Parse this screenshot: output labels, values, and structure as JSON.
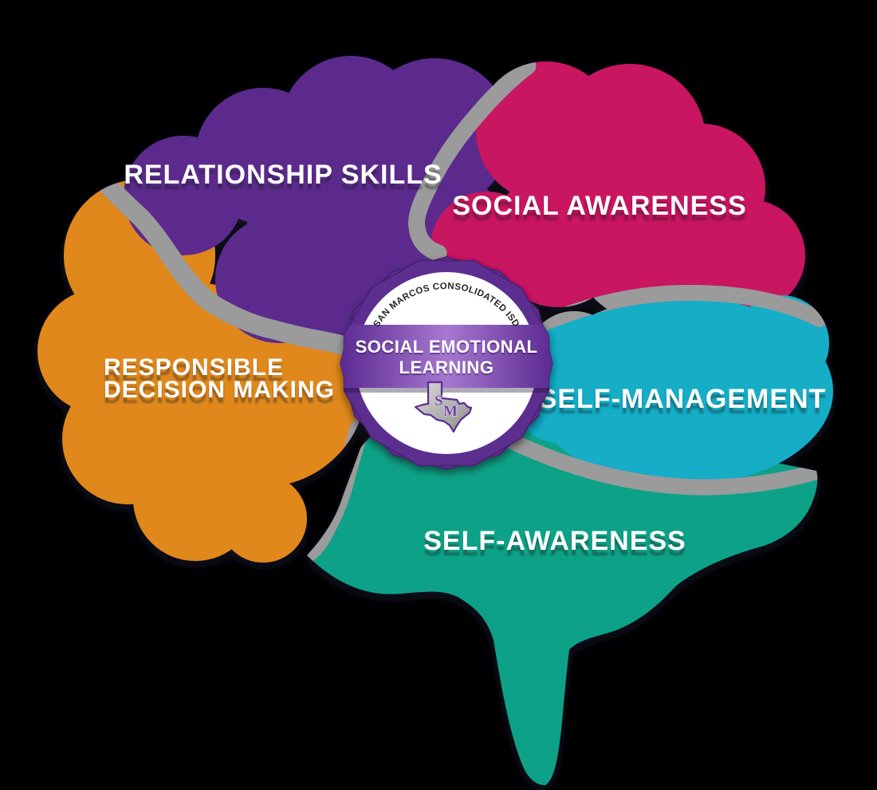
{
  "background_color": "#000000",
  "label_color": "#ffffff",
  "divider_color": "#9b9b9b",
  "sections": [
    {
      "id": "relationship-skills",
      "label": "RELATIONSHIP SKILLS",
      "color": "#5b2b8d"
    },
    {
      "id": "social-awareness",
      "label": "SOCIAL AWARENESS",
      "color": "#c81261"
    },
    {
      "id": "responsible-decision-making",
      "label_line1": "RESPONSIBLE",
      "label_line2": "DECISION MAKING",
      "color": "#e0881c"
    },
    {
      "id": "self-management",
      "label": "SELF-MANAGEMENT",
      "color": "#12adc7"
    },
    {
      "id": "self-awareness",
      "label": "SELF-AWARENESS",
      "color": "#0fa287"
    }
  ],
  "badge": {
    "arc_text": "SAN MARCOS CONSOLIDATED ISD",
    "arc_text_color": "#262626",
    "title_line1": "SOCIAL EMOTIONAL",
    "title_line2": "LEARNING",
    "title_color": "#ffffff",
    "ring_color": "#5b2d90",
    "ring_edge_color": "#46216f",
    "inner_color": "#ffffff",
    "banner_edge_color": "#5a2890",
    "banner_mid_color": "#a678cf",
    "texas_light_color": "#d9d9d9",
    "texas_dark_color": "#8f8f8f",
    "texas_outline_color": "#5b2d90",
    "monogram_s": "S",
    "monogram_m": "M",
    "monogram_color": "#7040a5"
  }
}
